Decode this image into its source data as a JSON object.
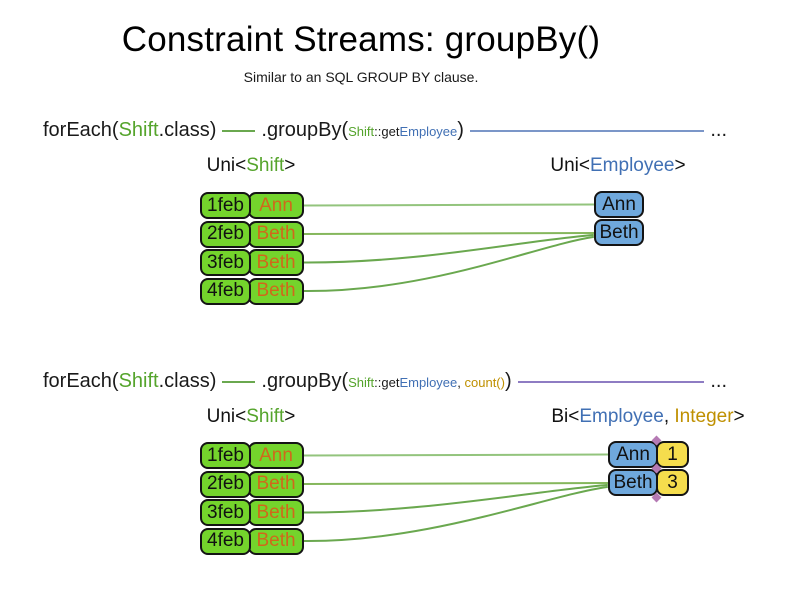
{
  "title": "Constraint Streams: groupBy()",
  "subtitle": "Similar to an SQL GROUP BY clause.",
  "colors": {
    "green_text": "#55a42c",
    "blue_text": "#4170b4",
    "gold_text": "#bf9000",
    "orange_text": "#d0681b",
    "green_box_fill": "#74d42c",
    "blue_box_fill": "#6fa8dc",
    "yellow_box_fill": "#f5dd4d",
    "green_line": "#6aa84f",
    "light_green_line": "#93c47d",
    "blue_line": "#7b96c8",
    "purple_line": "#8e7cc3",
    "junction_diamond": "#b57ab4"
  },
  "section1": {
    "code": {
      "foreach_open": "forEach(",
      "foreach_arg": "Shift",
      "foreach_close": ".class)",
      "groupby_open": ".groupBy(",
      "arg_class": "Shift",
      "arg_method": "::get",
      "arg_type": "Employee",
      "groupby_close": ")",
      "ellipsis": "..."
    },
    "left_label": {
      "open": "Uni<",
      "type": "Shift",
      "close": ">"
    },
    "right_label": {
      "open": "Uni<",
      "type": "Employee",
      "close": ">"
    },
    "rows": [
      {
        "date": "1feb",
        "employee": "Ann"
      },
      {
        "date": "2feb",
        "employee": "Beth"
      },
      {
        "date": "3feb",
        "employee": "Beth"
      },
      {
        "date": "4feb",
        "employee": "Beth"
      }
    ],
    "groups": [
      {
        "employee": "Ann"
      },
      {
        "employee": "Beth"
      }
    ]
  },
  "section2": {
    "code": {
      "foreach_open": "forEach(",
      "foreach_arg": "Shift",
      "foreach_close": ".class)",
      "groupby_open": ".groupBy(",
      "arg_class": "Shift",
      "arg_method": "::get",
      "arg_type": "Employee",
      "arg_sep": ", ",
      "arg_collector": "count()",
      "groupby_close": ")",
      "ellipsis": "..."
    },
    "left_label": {
      "open": "Uni<",
      "type": "Shift",
      "close": ">"
    },
    "right_label": {
      "open": "Bi<",
      "type1": "Employee",
      "sep": ", ",
      "type2": "Integer",
      "close": ">"
    },
    "rows": [
      {
        "date": "1feb",
        "employee": "Ann"
      },
      {
        "date": "2feb",
        "employee": "Beth"
      },
      {
        "date": "3feb",
        "employee": "Beth"
      },
      {
        "date": "4feb",
        "employee": "Beth"
      }
    ],
    "groups": [
      {
        "employee": "Ann",
        "count": "1"
      },
      {
        "employee": "Beth",
        "count": "3"
      }
    ]
  }
}
